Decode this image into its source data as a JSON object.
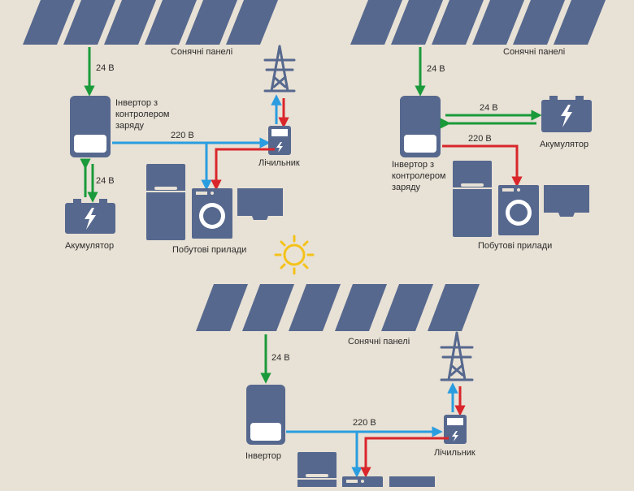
{
  "colors": {
    "background": "#e8e1d5",
    "device": "#56688e",
    "green_flow": "#1a9a3a",
    "blue_flow": "#2a9de0",
    "red_flow": "#d9262b",
    "sun": "#f4c21a"
  },
  "icons": [
    "solar-panel-icon",
    "power-tower-icon",
    "electric-meter-icon",
    "inverter-icon",
    "battery-icon",
    "fridge-icon",
    "washing-machine-icon",
    "tv-icon",
    "sun-icon"
  ],
  "system_1": {
    "panels_label": "Сонячні панелі",
    "panels_voltage": "24 В",
    "inverter_label_lines": [
      "Інвертор з",
      "контролером",
      "заряду"
    ],
    "grid_voltage": "220 В",
    "battery_voltage": "24 В",
    "battery_label": "Акумулятор",
    "meter_label": "Лічильник",
    "appliances_label": "Побутові прилади"
  },
  "system_2": {
    "panels_label": "Сонячні панелі",
    "panels_voltage": "24 В",
    "battery_voltage": "24 В",
    "battery_label": "Акумулятор",
    "ac_voltage": "220 В",
    "inverter_label_lines": [
      "Інвертор з",
      "контролером",
      "заряду"
    ],
    "appliances_label": "Побутові прилади"
  },
  "system_3": {
    "panels_label": "Сонячні панелі",
    "panels_voltage": "24 В",
    "inverter_label": "Інвертор",
    "grid_voltage": "220 В",
    "meter_label": "Лічильник"
  }
}
